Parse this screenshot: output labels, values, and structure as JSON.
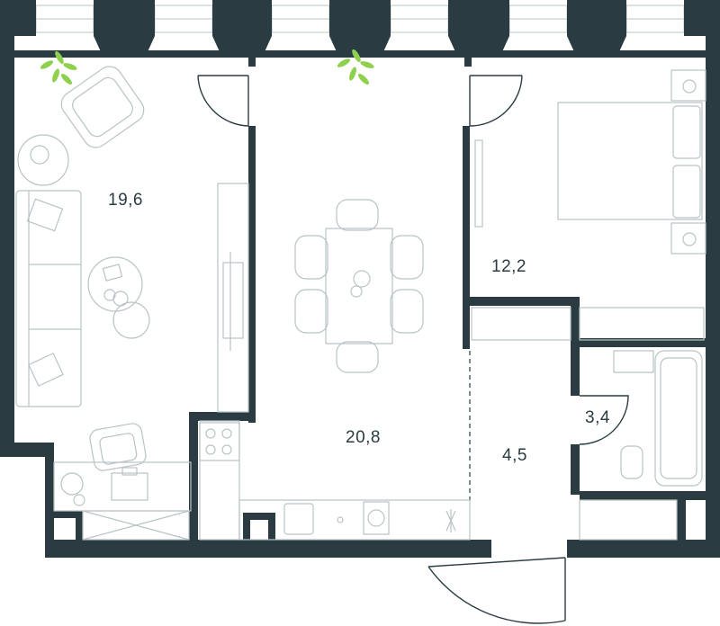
{
  "rooms": [
    {
      "id": "living-room",
      "area": "19,6"
    },
    {
      "id": "kitchen-dining",
      "area": "20,8"
    },
    {
      "id": "bedroom",
      "area": "12,2"
    },
    {
      "id": "bathroom",
      "area": "3,4"
    },
    {
      "id": "hallway",
      "area": "4,5"
    }
  ],
  "colors": {
    "wall": "#2a3c42",
    "furniture": "#b9c3c6",
    "plant": "#8fd14f"
  }
}
